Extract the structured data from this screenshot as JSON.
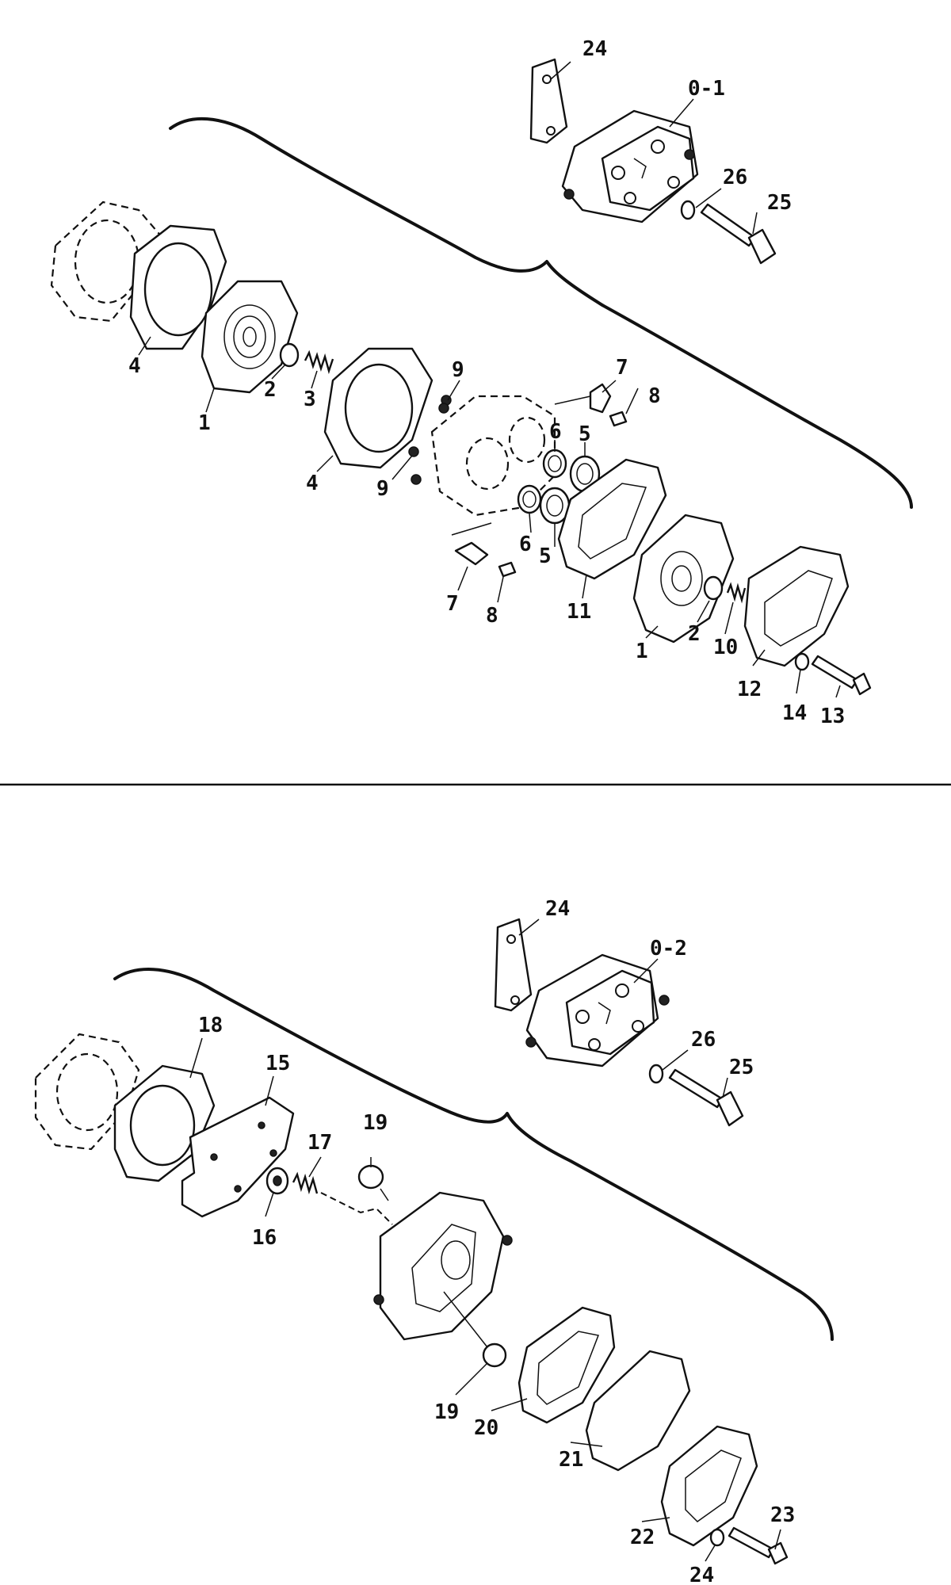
{
  "diagram": {
    "upper_assembly_label": "0-1",
    "lower_assembly_label": "0-2",
    "upper_callouts": [
      "24",
      "0-1",
      "26",
      "25",
      "4",
      "1",
      "2",
      "3",
      "4",
      "9",
      "9",
      "7",
      "8",
      "6",
      "5",
      "6",
      "5",
      "7",
      "8",
      "11",
      "1",
      "2",
      "10",
      "12",
      "14",
      "13"
    ],
    "lower_callouts": [
      "24",
      "0-2",
      "26",
      "25",
      "18",
      "15",
      "17",
      "19",
      "16",
      "19",
      "20",
      "21",
      "22",
      "23",
      "24"
    ]
  }
}
